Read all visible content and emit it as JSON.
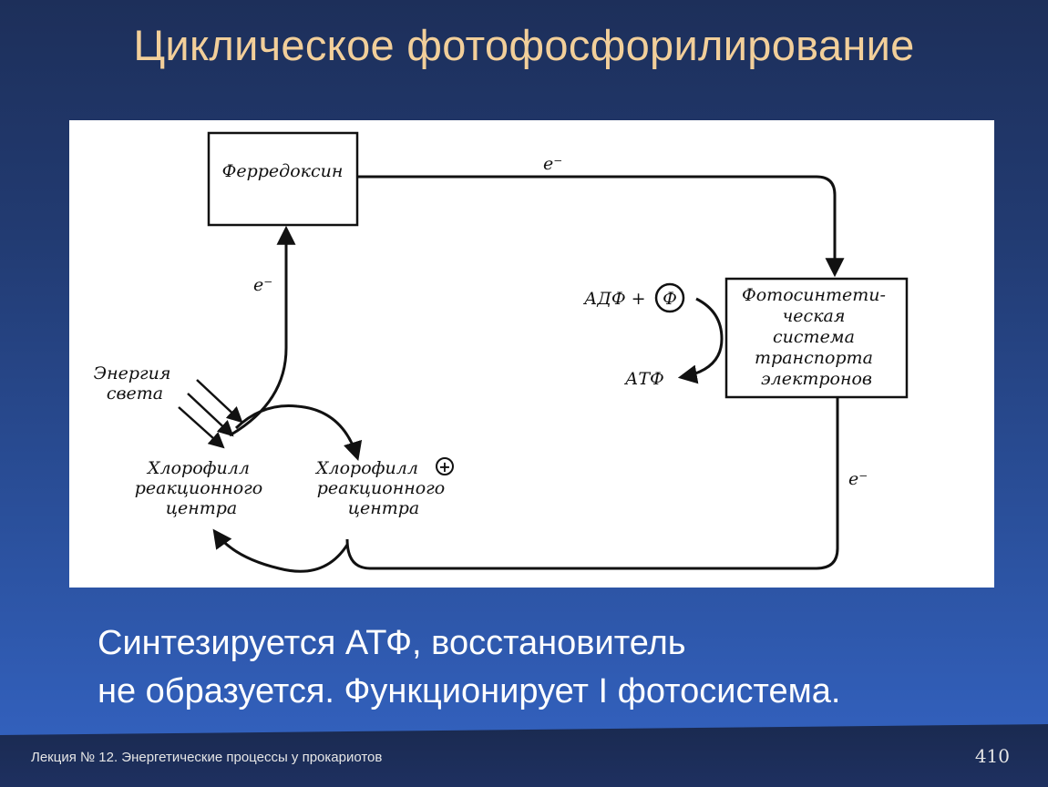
{
  "title": "Циклическое фотофосфорилирование",
  "diagram": {
    "ferredoxin": "Ферредоксин",
    "electron_label": "e⁻",
    "etc_lines": [
      "Фотосинтети-",
      "ческая",
      "система",
      "транспорта",
      "электронов"
    ],
    "adp": "АДФ +",
    "phosphate": "Ф",
    "atp": "АТФ",
    "light_lines": [
      "Энергия",
      "света"
    ],
    "chl1_lines": [
      "Хлорофилл",
      "реакционного",
      "центра"
    ],
    "chl2_lines": [
      "Хлорофилл",
      "реакционного",
      "центра"
    ],
    "plus": "+"
  },
  "caption": {
    "line1": "Синтезируется АТФ, восстановитель",
    "line2": "не образуется. Функционирует I фотосистема."
  },
  "footer": {
    "lecture": "Лекция № 12. Энергетические процессы у прокариотов",
    "page": "410"
  }
}
